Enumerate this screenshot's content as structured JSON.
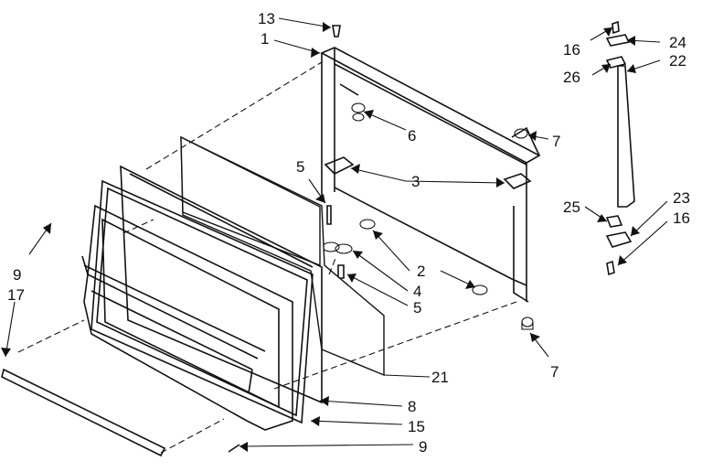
{
  "callouts": {
    "c1": "1",
    "c2": "2",
    "c3": "3",
    "c4": "4",
    "c5a": "5",
    "c5b": "5",
    "c6": "6",
    "c7a": "7",
    "c7b": "7",
    "c8": "8",
    "c9a": "9",
    "c9b": "9",
    "c13": "13",
    "c15": "15",
    "c16a": "16",
    "c16b": "16",
    "c17": "17",
    "c21": "21",
    "c22": "22",
    "c23": "23",
    "c24": "24",
    "c25": "25",
    "c26": "26"
  }
}
